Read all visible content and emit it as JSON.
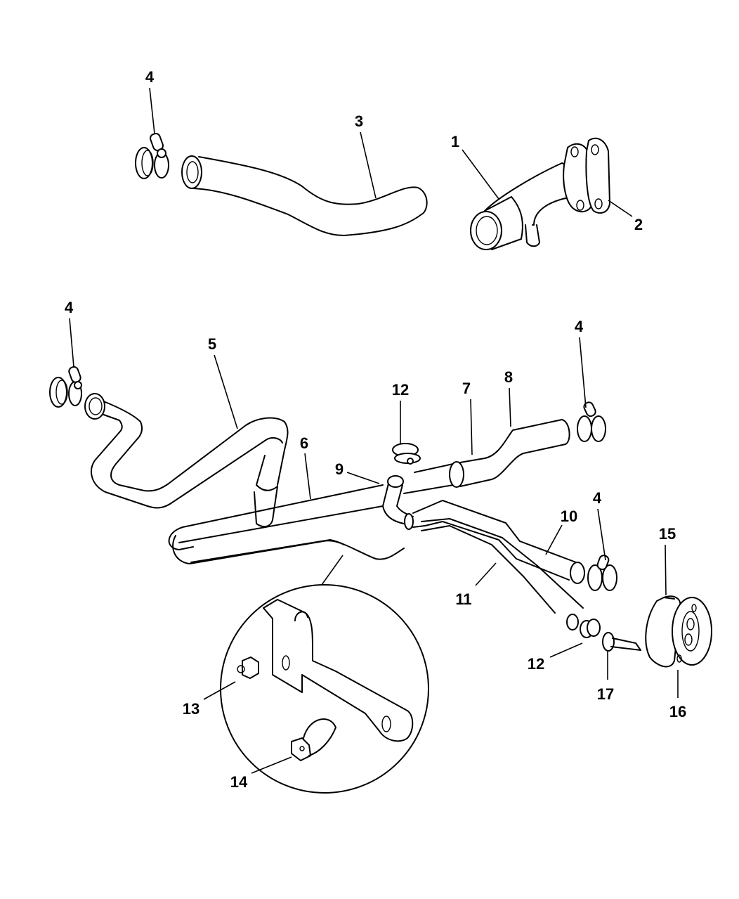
{
  "diagram": {
    "type": "exploded parts diagram",
    "background": "#ffffff",
    "line_color": "#000000",
    "callouts": [
      {
        "id": "c1",
        "number": "1"
      },
      {
        "id": "c2",
        "number": "2"
      },
      {
        "id": "c3",
        "number": "3"
      },
      {
        "id": "c4a",
        "number": "4"
      },
      {
        "id": "c4b",
        "number": "4"
      },
      {
        "id": "c4c",
        "number": "4"
      },
      {
        "id": "c4d",
        "number": "4"
      },
      {
        "id": "c5",
        "number": "5"
      },
      {
        "id": "c6",
        "number": "6"
      },
      {
        "id": "c7",
        "number": "7"
      },
      {
        "id": "c8",
        "number": "8"
      },
      {
        "id": "c9",
        "number": "9"
      },
      {
        "id": "c10",
        "number": "10"
      },
      {
        "id": "c11",
        "number": "11"
      },
      {
        "id": "c12a",
        "number": "12"
      },
      {
        "id": "c12b",
        "number": "12"
      },
      {
        "id": "c13",
        "number": "13"
      },
      {
        "id": "c14",
        "number": "14"
      },
      {
        "id": "c15",
        "number": "15"
      },
      {
        "id": "c16",
        "number": "16"
      },
      {
        "id": "c17",
        "number": "17"
      }
    ]
  }
}
